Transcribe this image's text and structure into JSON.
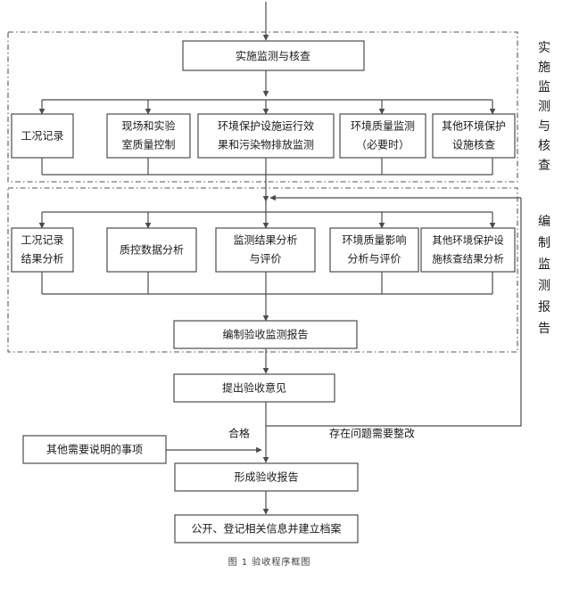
{
  "diagram": {
    "caption": "图 1 验收程序框图",
    "entry_arrow": "incoming-flow-from-above",
    "stage_labels": [
      {
        "id": "stage-monitoring",
        "text": "实施监测与核查",
        "chars": [
          "实",
          "施",
          "监",
          "测",
          "与",
          "核",
          "查"
        ]
      },
      {
        "id": "stage-report",
        "text": "编制监测报告",
        "chars": [
          "编",
          "制",
          "监",
          "测",
          "报",
          "告"
        ]
      }
    ],
    "nodes": {
      "implement_monitoring": "实施监测与核查",
      "row1": [
        {
          "id": "working-condition-record",
          "lines": [
            "工况记录"
          ]
        },
        {
          "id": "site-and-lab-quality-control",
          "lines": [
            "现场和实验",
            "室质量控制"
          ]
        },
        {
          "id": "env-facility-effect-and-pollutant-discharge-monitoring",
          "lines": [
            "环境保护设施运行效",
            "果和污染物排放监测"
          ]
        },
        {
          "id": "environmental-quality-monitoring",
          "lines": [
            "环境质量监测",
            "（必要时）"
          ]
        },
        {
          "id": "other-env-facility-verification",
          "lines": [
            "其他环境保护",
            "设施核查"
          ]
        }
      ],
      "row2": [
        {
          "id": "working-condition-record-analysis",
          "lines": [
            "工况记录",
            "结果分析"
          ]
        },
        {
          "id": "qc-data-analysis",
          "lines": [
            "质控数据分析"
          ]
        },
        {
          "id": "monitoring-result-analysis-evaluation",
          "lines": [
            "监测结果分析",
            "与评价"
          ]
        },
        {
          "id": "environmental-quality-impact-analysis",
          "lines": [
            "环境质量影响",
            "分析与评价"
          ]
        },
        {
          "id": "other-env-facility-verification-analysis",
          "lines": [
            "其他环境保护设",
            "施核查结果分析"
          ]
        }
      ],
      "compile_report": "编制验收监测报告",
      "propose_opinion": "提出验收意见",
      "other_matters": "其他需要说明的事项",
      "form_report": "形成验收报告",
      "publish_register": "公开、登记相关信息并建立档案"
    },
    "edge_labels": {
      "pass": "合格",
      "rework": "存在问题需要整改"
    },
    "colors": {
      "stroke": "#4c4c4c",
      "group_stroke": "#555555",
      "text": "#1a1a1a",
      "background": "#ffffff"
    }
  }
}
